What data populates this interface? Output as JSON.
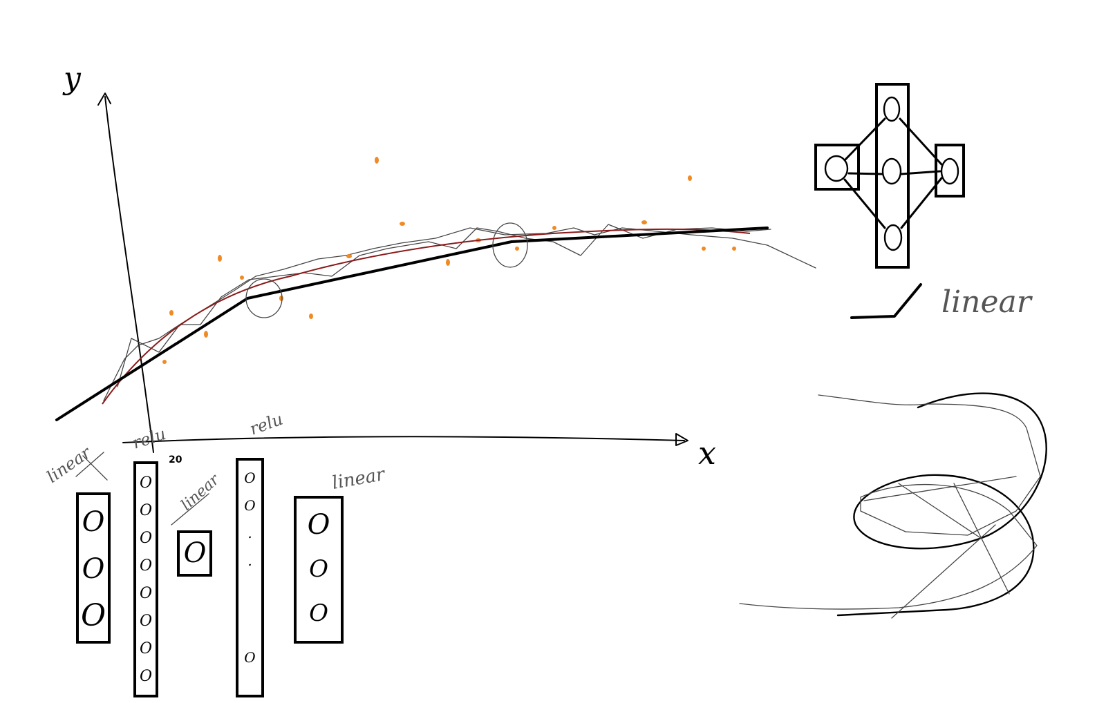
{
  "canvas": {
    "background": "#ffffff"
  },
  "colors": {
    "ink": "#000000",
    "pencil": "#555555",
    "fit_curve": "#8b1a1a",
    "points": "#f08a24"
  },
  "axes": {
    "y_label": "y",
    "x_label": "x",
    "tick_label": "20"
  },
  "curve_labels": {
    "linear": "linear",
    "relu_1": "relu",
    "relu_2": "relu"
  },
  "network_labels": {
    "linear_a": "linear",
    "linear_b": "linear"
  },
  "small_network": {
    "activation_label": "linear"
  },
  "network_columns": {
    "col1": [
      "O",
      "O",
      "O"
    ],
    "col2": [
      "O",
      "O",
      "O",
      "O",
      "O",
      "O",
      "O",
      "O"
    ],
    "col3": [
      "O"
    ],
    "col4": [
      "O",
      "O",
      ".",
      ".",
      "O"
    ],
    "col5": [
      "O",
      "O",
      "O"
    ]
  }
}
